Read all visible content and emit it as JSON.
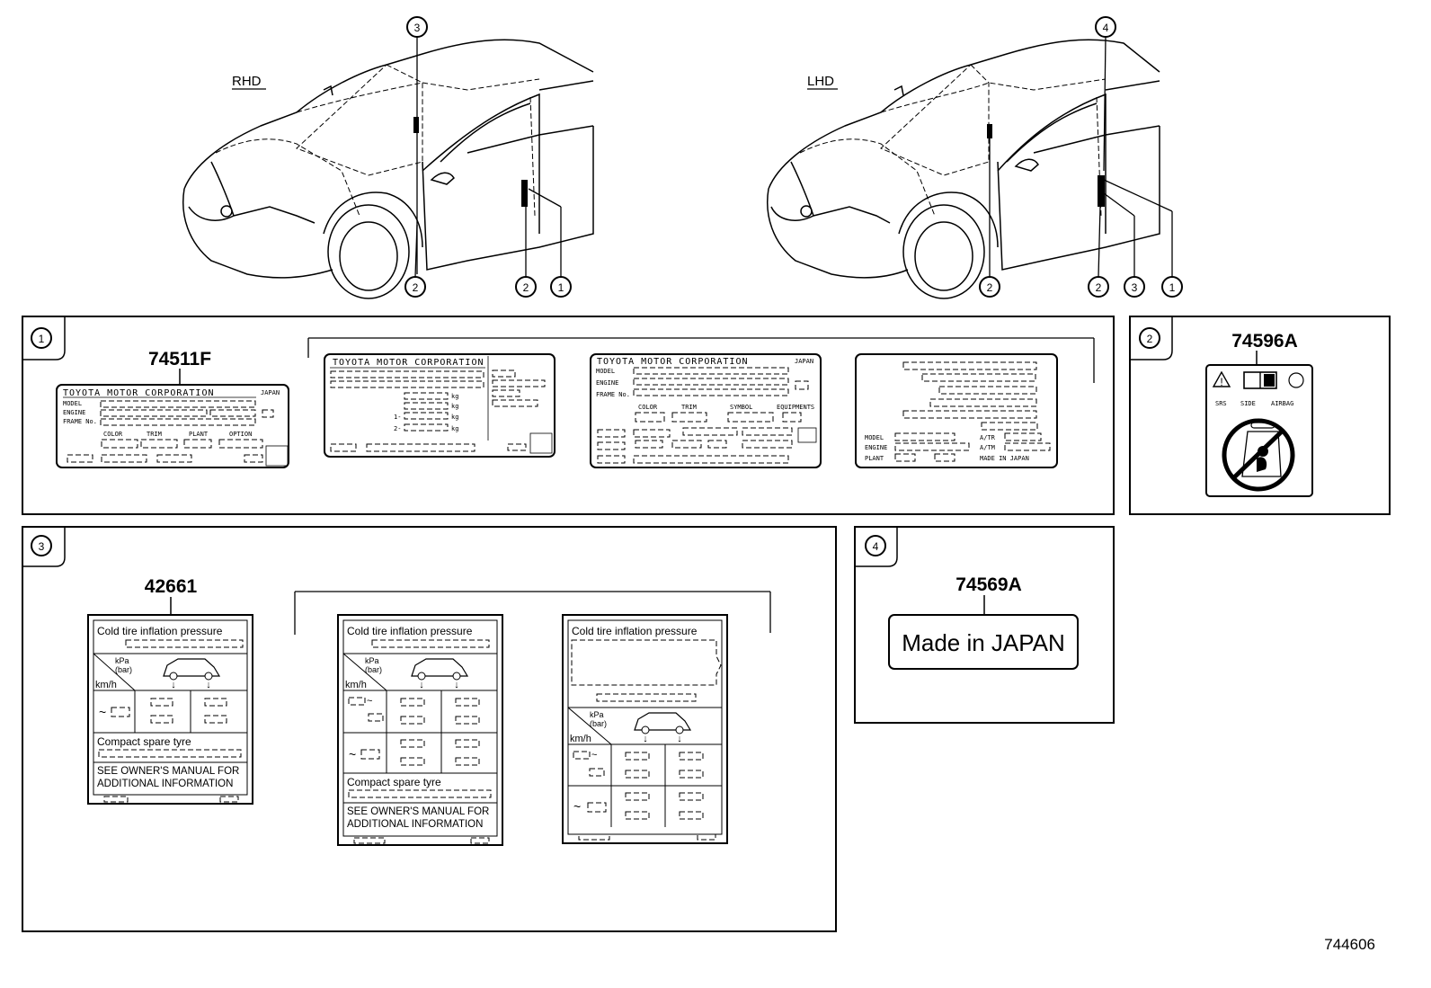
{
  "drawing_number": "744606",
  "views": [
    {
      "label": "RHD",
      "callouts": [
        "3",
        "2",
        "2",
        "1"
      ]
    },
    {
      "label": "LHD",
      "callouts": [
        "4",
        "2",
        "2",
        "3",
        "1"
      ]
    }
  ],
  "panels": {
    "p1": {
      "number": "1",
      "part_no": "74511F",
      "label_a": {
        "maker": "TOYOTA MOTOR CORPORATION",
        "origin": "JAPAN",
        "model": "MODEL",
        "engine": "ENGINE",
        "frame": "FRAME No.",
        "color": "COLOR",
        "trim": "TRIM",
        "plant": "PLANT",
        "option": "OPTION"
      },
      "label_b": {
        "maker": "TOYOTA MOTOR CORPORATION",
        "kg1": "kg",
        "kg2": "kg",
        "kg3": "kg",
        "kg4": "kg",
        "r1": "1-",
        "r2": "2-"
      },
      "label_c": {
        "maker": "TOYOTA MOTOR CORPORATION",
        "origin": "JAPAN",
        "model": "MODEL",
        "engine": "ENGINE",
        "frame": "FRAME No.",
        "color": "COLOR",
        "trim": "TRIM",
        "sym": "SYMBOL",
        "equip": "EQUIPMENTS"
      },
      "label_d": {
        "model": "MODEL",
        "engine": "ENGINE",
        "plant": "PLANT",
        "atm": "A/TR",
        "atm2": "A/TM",
        "made": "MADE IN JAPAN"
      }
    },
    "p2": {
      "number": "2",
      "part_no": "74596A",
      "srs": "SRS",
      "side": "SIDE",
      "airbag": "AIRBAG"
    },
    "p3": {
      "number": "3",
      "part_no": "42661",
      "cold": "Cold tire inflation pressure",
      "kpa": "kPa",
      "bar": "(bar)",
      "kmh": "km/h",
      "spare": "Compact spare tyre",
      "note1": "SEE OWNER'S MANUAL FOR",
      "note2": "ADDITIONAL INFORMATION"
    },
    "p4": {
      "number": "4",
      "part_no": "74569A",
      "text": "Made in JAPAN"
    }
  }
}
